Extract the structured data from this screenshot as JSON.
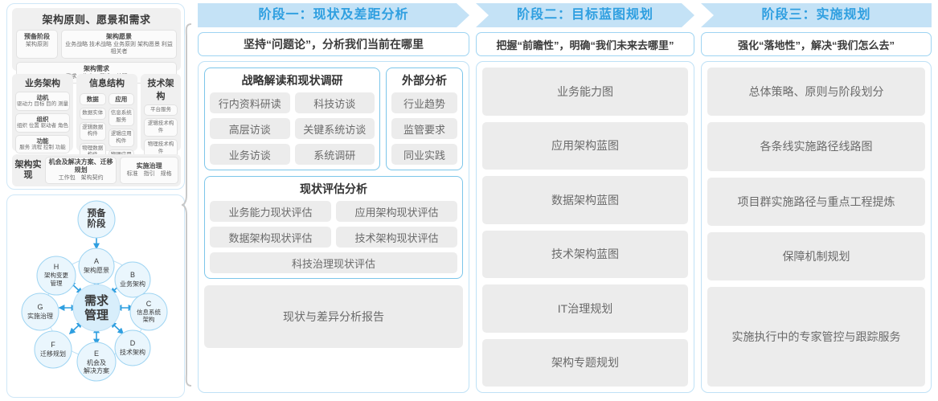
{
  "left_panel": {
    "togaf_framework": {
      "principles_section": {
        "title": "架构原则、愿景和需求",
        "prep_stage": {
          "head": "预备阶段",
          "items": "架构原则"
        },
        "arch_vision": {
          "head": "架构愿景",
          "items": "业务战略 技术战略 业务原则 架构愿景 利益相关者"
        },
        "arch_requirement": {
          "head": "架构需求",
          "items": "需求　约束　假设　差距"
        }
      },
      "domains": [
        {
          "head": "业务架构",
          "cells": [
            {
              "head": "动机",
              "items": "驱动力 目标 目的 测量"
            },
            {
              "head": "组织",
              "items": "组织 位置 驱动者 角色"
            },
            {
              "head": "功能",
              "items": "服务 流程 控制 功能"
            }
          ]
        },
        {
          "head": "信息结构",
          "left_cells": [
            {
              "head": "数据",
              "items": ""
            },
            {
              "head": "",
              "items": "数据实体"
            },
            {
              "head": "",
              "items": "逻辑数据构件"
            },
            {
              "head": "",
              "items": "物理数据构件"
            }
          ],
          "right_cells": [
            {
              "head": "应用",
              "items": ""
            },
            {
              "head": "",
              "items": "信息系统服务"
            },
            {
              "head": "",
              "items": "逻辑应用构件"
            },
            {
              "head": "",
              "items": "物理应用构件"
            }
          ]
        },
        {
          "head": "技术架构",
          "cells": [
            {
              "head": "",
              "items": "平台服务"
            },
            {
              "head": "",
              "items": "逻辑技术构件"
            },
            {
              "head": "",
              "items": "物理技术构件"
            }
          ]
        }
      ],
      "realization": {
        "label": "架构实现",
        "opportunity": {
          "head": "机会及解决方案、迁移规划",
          "items": "工作包　架构契约"
        },
        "governance": {
          "head": "实施治理",
          "items": "标准　指引　规格"
        }
      }
    },
    "adm_cycle": {
      "top_node": "预备\n阶段",
      "center_node": "需求\n管理",
      "nodes": [
        {
          "key": "A",
          "label": "架构愿景"
        },
        {
          "key": "B",
          "label": "业务架构"
        },
        {
          "key": "C",
          "label": "信息系统\n架构"
        },
        {
          "key": "D",
          "label": "技术架构"
        },
        {
          "key": "E",
          "label": "机会及\n解决方案"
        },
        {
          "key": "F",
          "label": "迁移规划"
        },
        {
          "key": "G",
          "label": "实施治理"
        },
        {
          "key": "H",
          "label": "架构变更\n管理"
        }
      ]
    }
  },
  "stages": [
    {
      "header": "阶段一：现状及差距分析",
      "subtitle": "坚持“问题论”，分析我们当前在哪里",
      "groups": [
        {
          "title": "战略解读和现状调研",
          "rows": [
            [
              "行内资料研读",
              "科技访谈"
            ],
            [
              "高层访谈",
              "关键系统访谈"
            ],
            [
              "业务访谈",
              "系统调研"
            ]
          ]
        },
        {
          "title": "外部分析",
          "items": [
            "行业趋势",
            "监管要求",
            "同业实践"
          ]
        },
        {
          "title": "现状评估分析",
          "rows": [
            [
              "业务能力现状评估",
              "应用架构现状评估"
            ],
            [
              "数据架构现状评估",
              "技术架构现状评估"
            ]
          ],
          "wide": "科技治理现状评估"
        }
      ],
      "report": "现状与差异分析报告"
    },
    {
      "header": "阶段二：目标蓝图规划",
      "subtitle": "把握“前瞻性”，明确“我们未来去哪里”",
      "items": [
        "业务能力图",
        "应用架构蓝图",
        "数据架构蓝图",
        "技术架构蓝图",
        "IT治理规划",
        "架构专题规划"
      ]
    },
    {
      "header": "阶段三：实施规划",
      "subtitle": "强化“落地性”，解决“我们怎么去”",
      "items": [
        "总体策略、原则与阶段划分",
        "各条线实施路径线路图",
        "项目群实施路径与重点工程提炼",
        "保障机制规划",
        "实施执行中的专家管控与跟踪服务"
      ]
    }
  ],
  "colors": {
    "accent_blue": "#2f9fe0",
    "chevron_band": "#c4e2f6",
    "pill_gray": "#ececec",
    "panel_border": "#bfe1f6"
  }
}
